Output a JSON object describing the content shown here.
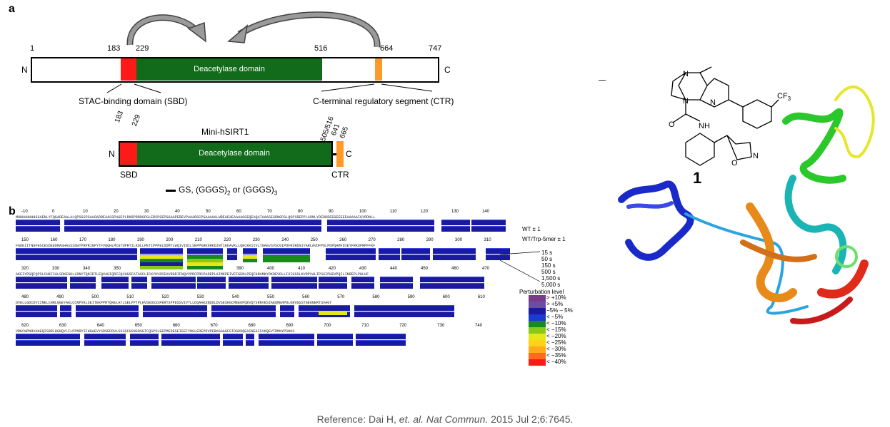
{
  "panel_a": {
    "letter": "a",
    "n_term": "N",
    "c_term": "C",
    "positions": [
      "1",
      "183",
      "229",
      "516",
      "664",
      "747"
    ],
    "domain_label": "Deacetylase domain",
    "sbd_label": "STAC-binding domain (SBD)",
    "ctr_label": "C-terminal regulatory segment (CTR)",
    "mini": {
      "title": "Mini-hSIRT1",
      "n_term": "N",
      "c_term": "C",
      "pos_183": "183",
      "pos_229": "229",
      "pos_505": "505/516",
      "pos_641": "641",
      "pos_665": "665",
      "domain_label": "Deacetylase domain",
      "sbd": "SBD",
      "ctr": "CTR",
      "linker_note": "GS, (GGGS)",
      "linker_sub1": "2",
      "linker_or": " or (GGGS)",
      "linker_sub2": "3"
    },
    "colors": {
      "sbd": "#ff1a1a",
      "domain": "#116b1a",
      "ctr": "#ff9a2a"
    }
  },
  "panel_b": {
    "letter": "b",
    "wt_label": "WT ± 1",
    "wt_trp_label": "WT/Trp-5mer ± 1",
    "times": [
      "15 s",
      "50 s",
      "150 s",
      "500 s",
      "1,500 s",
      "5,000 s"
    ],
    "legend_title": "Perturbation level",
    "legend": [
      {
        "label": ">  +10%",
        "color": "#7a3a8a"
      },
      {
        "label": ">   +5%",
        "color": "#6a4ea6"
      },
      {
        "label": "−5% – 5%",
        "color": "#1a1aa0"
      },
      {
        "label": "<   −5%",
        "color": "#1a3ad0"
      },
      {
        "label": "<  −10%",
        "color": "#1a8a1a"
      },
      {
        "label": "<  −15%",
        "color": "#8ac81a"
      },
      {
        "label": "<  −20%",
        "color": "#e6e61a"
      },
      {
        "label": "<  −25%",
        "color": "#ffd21a"
      },
      {
        "label": "<  −30%",
        "color": "#ffaa1a"
      },
      {
        "label": "<  −35%",
        "color": "#ff6a1a"
      },
      {
        "label": "<  −40%",
        "color": "#ff1a1a"
      }
    ],
    "row_ticks": [
      [
        "-10",
        "0",
        "10",
        "20",
        "30",
        "40",
        "50",
        "60",
        "70",
        "80",
        "90",
        "100",
        "110",
        "120",
        "130",
        "140"
      ],
      [
        "150",
        "160",
        "170",
        "180",
        "190",
        "200",
        "210",
        "220",
        "230",
        "240",
        "250",
        "260",
        "270",
        "280",
        "290",
        "300",
        "310"
      ],
      [
        "320",
        "330",
        "340",
        "350",
        "360",
        "370",
        "380",
        "390",
        "400",
        "410",
        "420",
        "430",
        "440",
        "450",
        "460",
        "470"
      ],
      [
        "480",
        "490",
        "500",
        "510",
        "520",
        "530",
        "540",
        "550",
        "560",
        "570",
        "580",
        "590",
        "600",
        "610"
      ],
      [
        "620",
        "630",
        "640",
        "650",
        "660",
        "670",
        "680",
        "690",
        "700",
        "710",
        "720",
        "730",
        "740"
      ]
    ],
    "row_sequences": [
      "MHHHHHHHHGSAENLYFQGADEAALALQPGGSPSAAGADREAASSPAGEPLRKRPRRDGPGLERSPGEPGGAAPEREVPAAARGCPGAAAAALWREAEAEAAAAGGEQEAQATAAAGEGDNGPGLQGPSREPPLADNLYDEDDDEEGEEEEEAAAAAIGYRDNLL",
      "FGDEIITNGFHSCESDEEDRASHASSSDWTPRPRIGPYTFVQQHLMIGTDPRTILKDLLPETIPPPELDDMTLWQIVINILSEPPKRKKRKDINTIEDAVKLLQECKKIIVLTGAGVSVSCGIPDFRSRDGIYARLAVDFPDLPDPQAMFDIEYFRKDPRPFFKF",
      "AKEIYPGQFQPSLCHKFIALSDKEGKLLRNYTQNIDTLEQVAGIQRIIQCHGSFATASCLICKYKVDCEAVRGDIFNQVVPRCPRCPADEPLAIMKPEIVFFGENLPEQFHRAMKYDKDEVDLLIVIGSSLKVRPVALIPSSIPHEVPQILINREPLPHLHF",
      "DVELLGDCDVIINELCHRLGGEYAKLCCNPVKLSEITEKPPRTQKELAYLSELPPTPLHVSEDSSSPERTSPPDSSVIVTLLDQAAKSNDDLDVSESKGCMEEKPQEVQTSRNVESIAEQMENPDLKNVGSSTGEKNERTSVAGT",
      "VRKCWPNRVAKEQISRRLDGNQYLFLPPNRYIFHGAEVYSDSEDDVLSSSSCGSNSDSGTCQSPSLEEPMEDESEIEEFYNGLEDEPDVPERAGGAGFGTDGDDQEAINEAISVKQEVTDMNYPSNKS"
    ]
  },
  "panel_c": {
    "compound_number": "1",
    "cf3_label": "CF",
    "cf3_sub": "3",
    "atom_n1": "N",
    "atom_n2": "N",
    "atom_n3": "N",
    "atom_nh": "NH",
    "atom_o1": "O",
    "atom_o2": "O",
    "atom_n4": "N"
  },
  "caption": {
    "prefix": "Reference: Dai H,  ",
    "etal": "et. al. Nat Commun.",
    "suffix": " 2015 Jul 2;6:7645."
  }
}
